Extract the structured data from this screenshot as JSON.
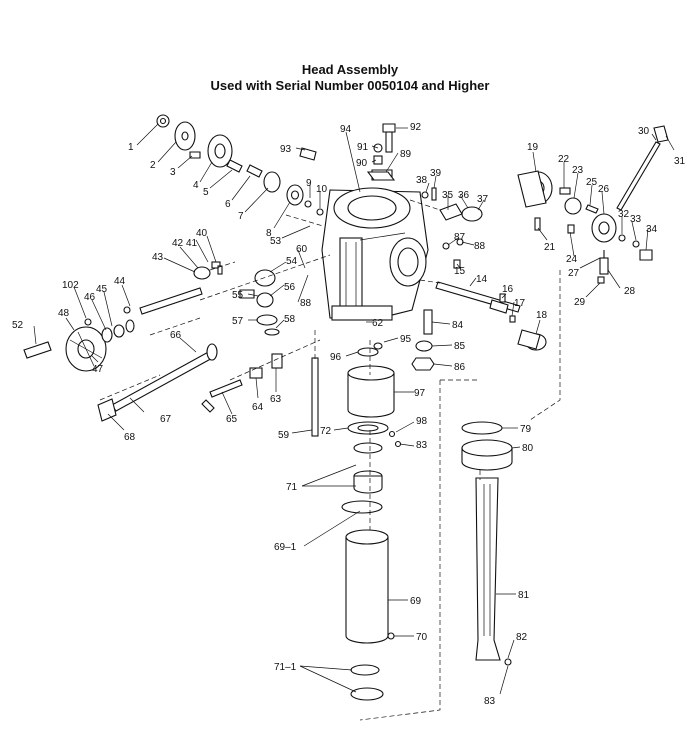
{
  "title": "Head Assembly",
  "subtitle": "Used with Serial Number 0050104 and Higher",
  "parts": [
    "1",
    "2",
    "3",
    "4",
    "5",
    "6",
    "7",
    "8",
    "9",
    "10",
    "14",
    "15",
    "16",
    "17",
    "18",
    "19",
    "21",
    "22",
    "23",
    "24",
    "25",
    "26",
    "27",
    "28",
    "29",
    "30",
    "31",
    "32",
    "33",
    "34",
    "35",
    "36",
    "37",
    "38",
    "39",
    "40",
    "41",
    "42",
    "43",
    "44",
    "45",
    "46",
    "47",
    "48",
    "52",
    "53",
    "54",
    "55",
    "56",
    "57",
    "58",
    "59",
    "60",
    "62",
    "63",
    "64",
    "65",
    "66",
    "67",
    "68",
    "69",
    "69-1",
    "70",
    "71",
    "71-1",
    "72",
    "79",
    "80",
    "81",
    "82",
    "83",
    "84",
    "85",
    "86",
    "87",
    "88",
    "89",
    "90",
    "91",
    "92",
    "93",
    "94",
    "95",
    "96",
    "97",
    "98",
    "102"
  ],
  "labels": [
    {
      "id": "1",
      "text": "1"
    },
    {
      "id": "2",
      "text": "2"
    },
    {
      "id": "3",
      "text": "3"
    },
    {
      "id": "4",
      "text": "4"
    },
    {
      "id": "5",
      "text": "5"
    },
    {
      "id": "6",
      "text": "6"
    },
    {
      "id": "7",
      "text": "7"
    },
    {
      "id": "8",
      "text": "8"
    },
    {
      "id": "9",
      "text": "9"
    },
    {
      "id": "10",
      "text": "10"
    },
    {
      "id": "14",
      "text": "14"
    },
    {
      "id": "15",
      "text": "15"
    },
    {
      "id": "16",
      "text": "16"
    },
    {
      "id": "17",
      "text": "17"
    },
    {
      "id": "18",
      "text": "18"
    },
    {
      "id": "19",
      "text": "19"
    },
    {
      "id": "21",
      "text": "21"
    },
    {
      "id": "22",
      "text": "22"
    },
    {
      "id": "23",
      "text": "23"
    },
    {
      "id": "24",
      "text": "24"
    },
    {
      "id": "25",
      "text": "25"
    },
    {
      "id": "26",
      "text": "26"
    },
    {
      "id": "27",
      "text": "27"
    },
    {
      "id": "28",
      "text": "28"
    },
    {
      "id": "29",
      "text": "29"
    },
    {
      "id": "30",
      "text": "30"
    },
    {
      "id": "31",
      "text": "31"
    },
    {
      "id": "32",
      "text": "32"
    },
    {
      "id": "33",
      "text": "33"
    },
    {
      "id": "34",
      "text": "34"
    },
    {
      "id": "35",
      "text": "35"
    },
    {
      "id": "36",
      "text": "36"
    },
    {
      "id": "37",
      "text": "37"
    },
    {
      "id": "38",
      "text": "38"
    },
    {
      "id": "39",
      "text": "39"
    },
    {
      "id": "40",
      "text": "40"
    },
    {
      "id": "41",
      "text": "41"
    },
    {
      "id": "42",
      "text": "42"
    },
    {
      "id": "43",
      "text": "43"
    },
    {
      "id": "44",
      "text": "44"
    },
    {
      "id": "45",
      "text": "45"
    },
    {
      "id": "46",
      "text": "46"
    },
    {
      "id": "47",
      "text": "47"
    },
    {
      "id": "48",
      "text": "48"
    },
    {
      "id": "52",
      "text": "52"
    },
    {
      "id": "53",
      "text": "53"
    },
    {
      "id": "54",
      "text": "54"
    },
    {
      "id": "55",
      "text": "55"
    },
    {
      "id": "56",
      "text": "56"
    },
    {
      "id": "57",
      "text": "57"
    },
    {
      "id": "58",
      "text": "58"
    },
    {
      "id": "59",
      "text": "59"
    },
    {
      "id": "60",
      "text": "60"
    },
    {
      "id": "62",
      "text": "62"
    },
    {
      "id": "63",
      "text": "63"
    },
    {
      "id": "64",
      "text": "64"
    },
    {
      "id": "65",
      "text": "65"
    },
    {
      "id": "66",
      "text": "66"
    },
    {
      "id": "67",
      "text": "67"
    },
    {
      "id": "68",
      "text": "68"
    },
    {
      "id": "69",
      "text": "69"
    },
    {
      "id": "69-1",
      "text": "69–1"
    },
    {
      "id": "70",
      "text": "70"
    },
    {
      "id": "71",
      "text": "71"
    },
    {
      "id": "71-1",
      "text": "71–1"
    },
    {
      "id": "72",
      "text": "72"
    },
    {
      "id": "79",
      "text": "79"
    },
    {
      "id": "80",
      "text": "80"
    },
    {
      "id": "81",
      "text": "81"
    },
    {
      "id": "82",
      "text": "82"
    },
    {
      "id": "83a",
      "text": "83"
    },
    {
      "id": "83b",
      "text": "83"
    },
    {
      "id": "84",
      "text": "84"
    },
    {
      "id": "85",
      "text": "85"
    },
    {
      "id": "86",
      "text": "86"
    },
    {
      "id": "87",
      "text": "87"
    },
    {
      "id": "88a",
      "text": "88"
    },
    {
      "id": "88b",
      "text": "88"
    },
    {
      "id": "89",
      "text": "89"
    },
    {
      "id": "90",
      "text": "90"
    },
    {
      "id": "91",
      "text": "91"
    },
    {
      "id": "92",
      "text": "92"
    },
    {
      "id": "93",
      "text": "93"
    },
    {
      "id": "94",
      "text": "94"
    },
    {
      "id": "95",
      "text": "95"
    },
    {
      "id": "96",
      "text": "96"
    },
    {
      "id": "97",
      "text": "97"
    },
    {
      "id": "98",
      "text": "98"
    },
    {
      "id": "102",
      "text": "102"
    }
  ]
}
